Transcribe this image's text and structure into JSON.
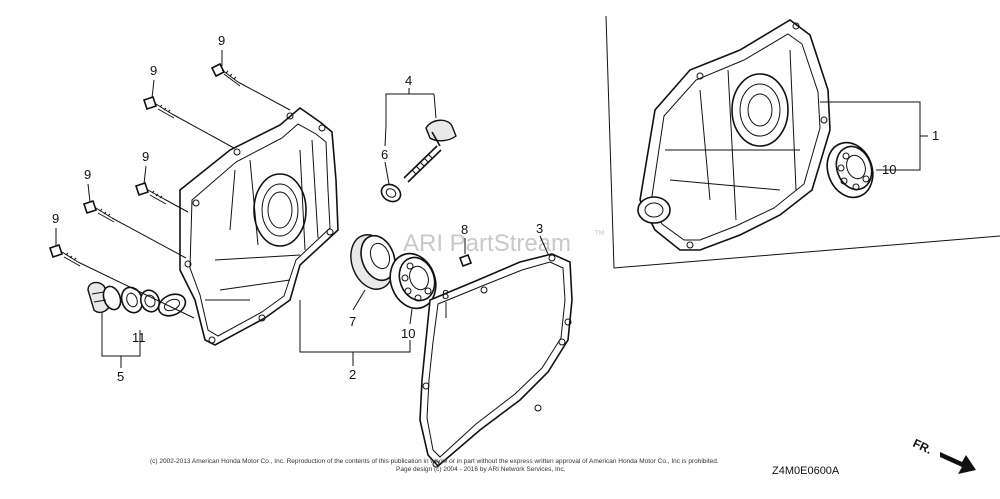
{
  "diagram": {
    "watermark": "ARI PartStream",
    "trademark": "™",
    "diagram_code": "Z4M0E0600A",
    "direction_label": "FR.",
    "copyright_line1": "(c) 2002-2013 American Honda Motor Co., Inc. Reproduction of the contents of this publication in whole or in part without the express written approval of American Honda Motor Co., Inc is prohibited.",
    "copyright_line2": "Page design (c) 2004 - 2016 by ARI Network Services, Inc."
  },
  "callouts": {
    "c1": "1",
    "c2": "2",
    "c3": "3",
    "c4": "4",
    "c5": "5",
    "c6": "6",
    "c7": "7",
    "c8a": "8",
    "c8b": "8",
    "c9a": "9",
    "c9b": "9",
    "c9c": "9",
    "c9d": "9",
    "c9e": "9",
    "c10a": "10",
    "c10b": "10",
    "c11": "11"
  }
}
